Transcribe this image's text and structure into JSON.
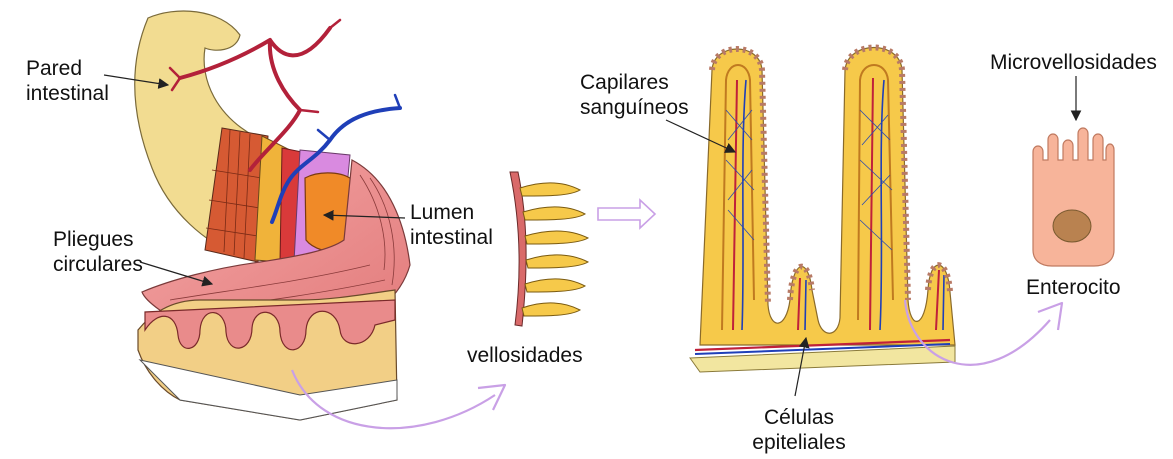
{
  "colors": {
    "tube": "#f2dc91",
    "tube_edge": "#7a6a3a",
    "muscle": "#d65a33",
    "artery": "#b3213a",
    "vein": "#1f3fb8",
    "mucosa": "#e98b8b",
    "lumen": "#f08a28",
    "villus_fill": "#f6c94a",
    "cell_bead": "#b87a66",
    "enterocyte": "#f7b49a",
    "nucleus": "#b98250",
    "arrow": "#c9a0e6",
    "line": "#222222"
  },
  "labels": {
    "pared": "Pared\nintestinal",
    "pliegues": "Pliegues\ncirculares",
    "lumen": "Lumen\nintestinal",
    "vellosidades": "vellosidades",
    "capilares": "Capilares\nsanguíneos",
    "celulas": "Células\nepiteliales",
    "microvellosidades": "Microvellosidades",
    "enterocito": "Enterocito"
  }
}
